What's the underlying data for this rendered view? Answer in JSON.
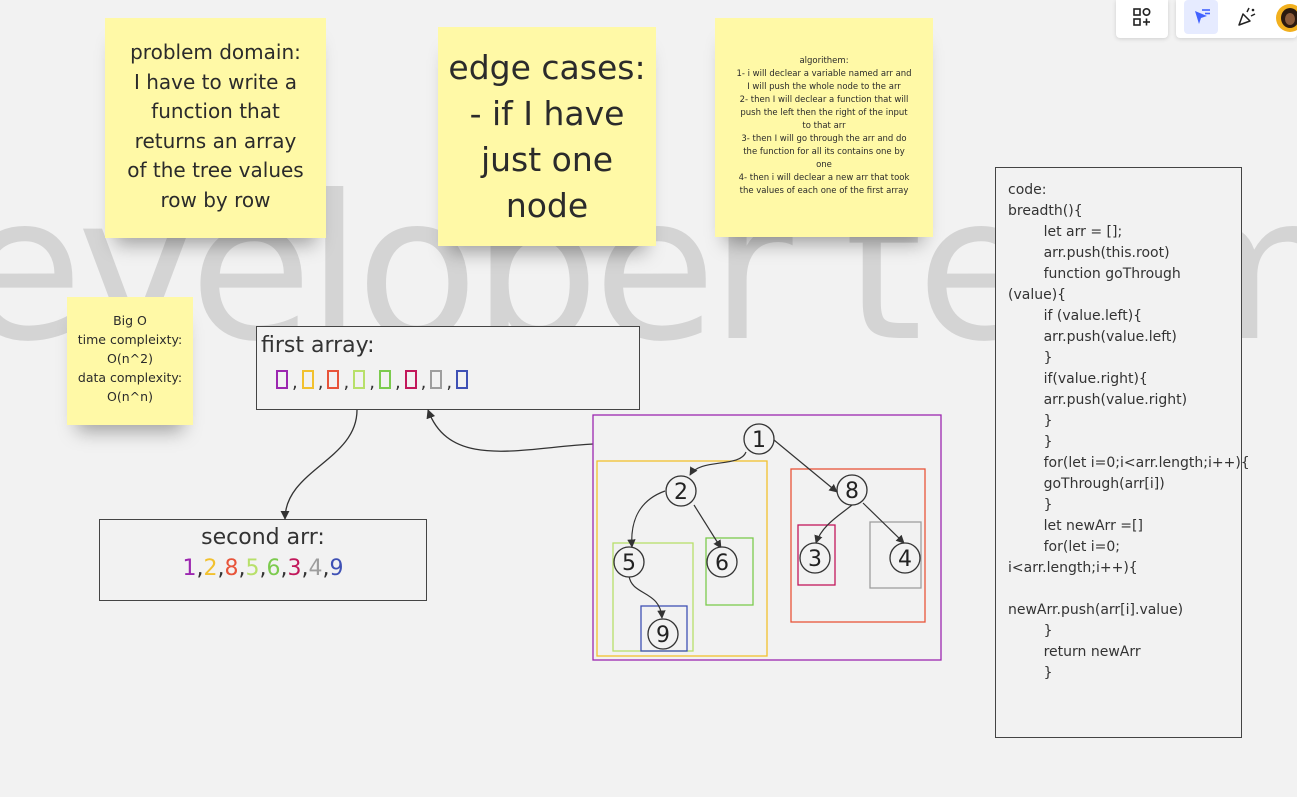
{
  "watermark": "eveloper team",
  "notes": {
    "problem_domain": "problem domain:\nI have to write a\nfunction that\nreturns an array\nof the tree values\nrow by row",
    "edge_cases": "edge cases:\n- if I have\njust one\nnode",
    "algorithm": "algorithem:\n1- i will declear a variable named arr and\nI will push the whole node to the arr\n2- then I will declear a function that will\npush the left then the right of the input\nto that arr\n3- then I will go through the arr and do\nthe function for all its contains one by\none\n4- then i will declear a new arr that took\nthe values of each one of the first array",
    "big_o": "Big O\ntime compleixty:\nO(n^2)\ndata complexity:\nO(n^n)"
  },
  "first_array": {
    "label": "first array:",
    "box_colors": [
      "#9c27b0",
      "#f2c12e",
      "#e8543a",
      "#b8e06a",
      "#7ccb4e",
      "#c2185b",
      "#9e9e9e",
      "#3f51b5"
    ]
  },
  "second_array": {
    "label": "second arr:",
    "values": [
      {
        "text": "1",
        "color": "#9c27b0"
      },
      {
        "text": "2",
        "color": "#f2c12e"
      },
      {
        "text": "8",
        "color": "#e8543a"
      },
      {
        "text": "5",
        "color": "#b8e06a"
      },
      {
        "text": "6",
        "color": "#7ccb4e"
      },
      {
        "text": "3",
        "color": "#c2185b"
      },
      {
        "text": "4",
        "color": "#9e9e9e"
      },
      {
        "text": "9",
        "color": "#3f51b5"
      }
    ]
  },
  "tree_nodes": {
    "n1": "1",
    "n2": "2",
    "n8": "8",
    "n5": "5",
    "n6": "6",
    "n3": "3",
    "n4": "4",
    "n9": "9"
  },
  "code": {
    "lines": [
      "code:",
      "breadth(){",
      "        let arr = [];",
      "        arr.push(this.root)",
      "        function goThrough",
      "(value){",
      "        if (value.left){",
      "        arr.push(value.left)",
      "        }",
      "        if(value.right){",
      "        arr.push(value.right)",
      "        }",
      "        }",
      "        for(let i=0;i<arr.length;i++){",
      "        goThrough(arr[i])",
      "        }",
      "        let newArr =[]",
      "        for(let i=0;",
      "i<arr.length;i++){",
      "",
      "newArr.push(arr[i].value)",
      "        }",
      "        return newArr",
      "        }"
    ]
  },
  "toolbar": {
    "icons": [
      "shapes-plus-icon",
      "select-cursor-icon",
      "celebrate-icon",
      "avatar"
    ]
  }
}
